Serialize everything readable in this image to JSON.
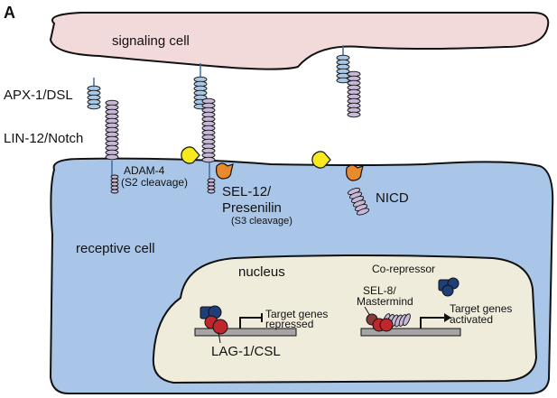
{
  "panel_label": "A",
  "cells": {
    "signaling": "signaling cell",
    "receptive": "receptive cell",
    "nucleus": "nucleus"
  },
  "proteins": {
    "ligand": "APX-1/DSL",
    "receptor": "LIN-12/Notch",
    "adam_line1": "ADAM-4",
    "adam_line2": "(S2 cleavage)",
    "sel12_line1": "SEL-12/",
    "sel12_line2": "Presenilin",
    "sel12_line3": "(S3 cleavage)",
    "nicd": "NICD",
    "corepressor": "Co-repressor",
    "sel8_line1": "SEL-8/",
    "sel8_line2": "Mastermind",
    "lag1": "LAG-1/CSL"
  },
  "genes": {
    "repressed_line1": "Target genes",
    "repressed_line2": "repressed",
    "activated_line1": "Target genes",
    "activated_line2": "activated"
  },
  "colors": {
    "signaling_fill": "#f2d9da",
    "receptive_fill": "#a9c6e8",
    "nucleus_fill": "#efecdc",
    "ligand": "#a8c8e6",
    "receptor": "#c6b8d6",
    "adam": "#f6ea1e",
    "presenilin": "#e88a2e",
    "lag1": "#c0272d",
    "corepressor": "#1f3f78",
    "mastermind": "#8b3a3a",
    "dna": "#a5a5a5"
  }
}
